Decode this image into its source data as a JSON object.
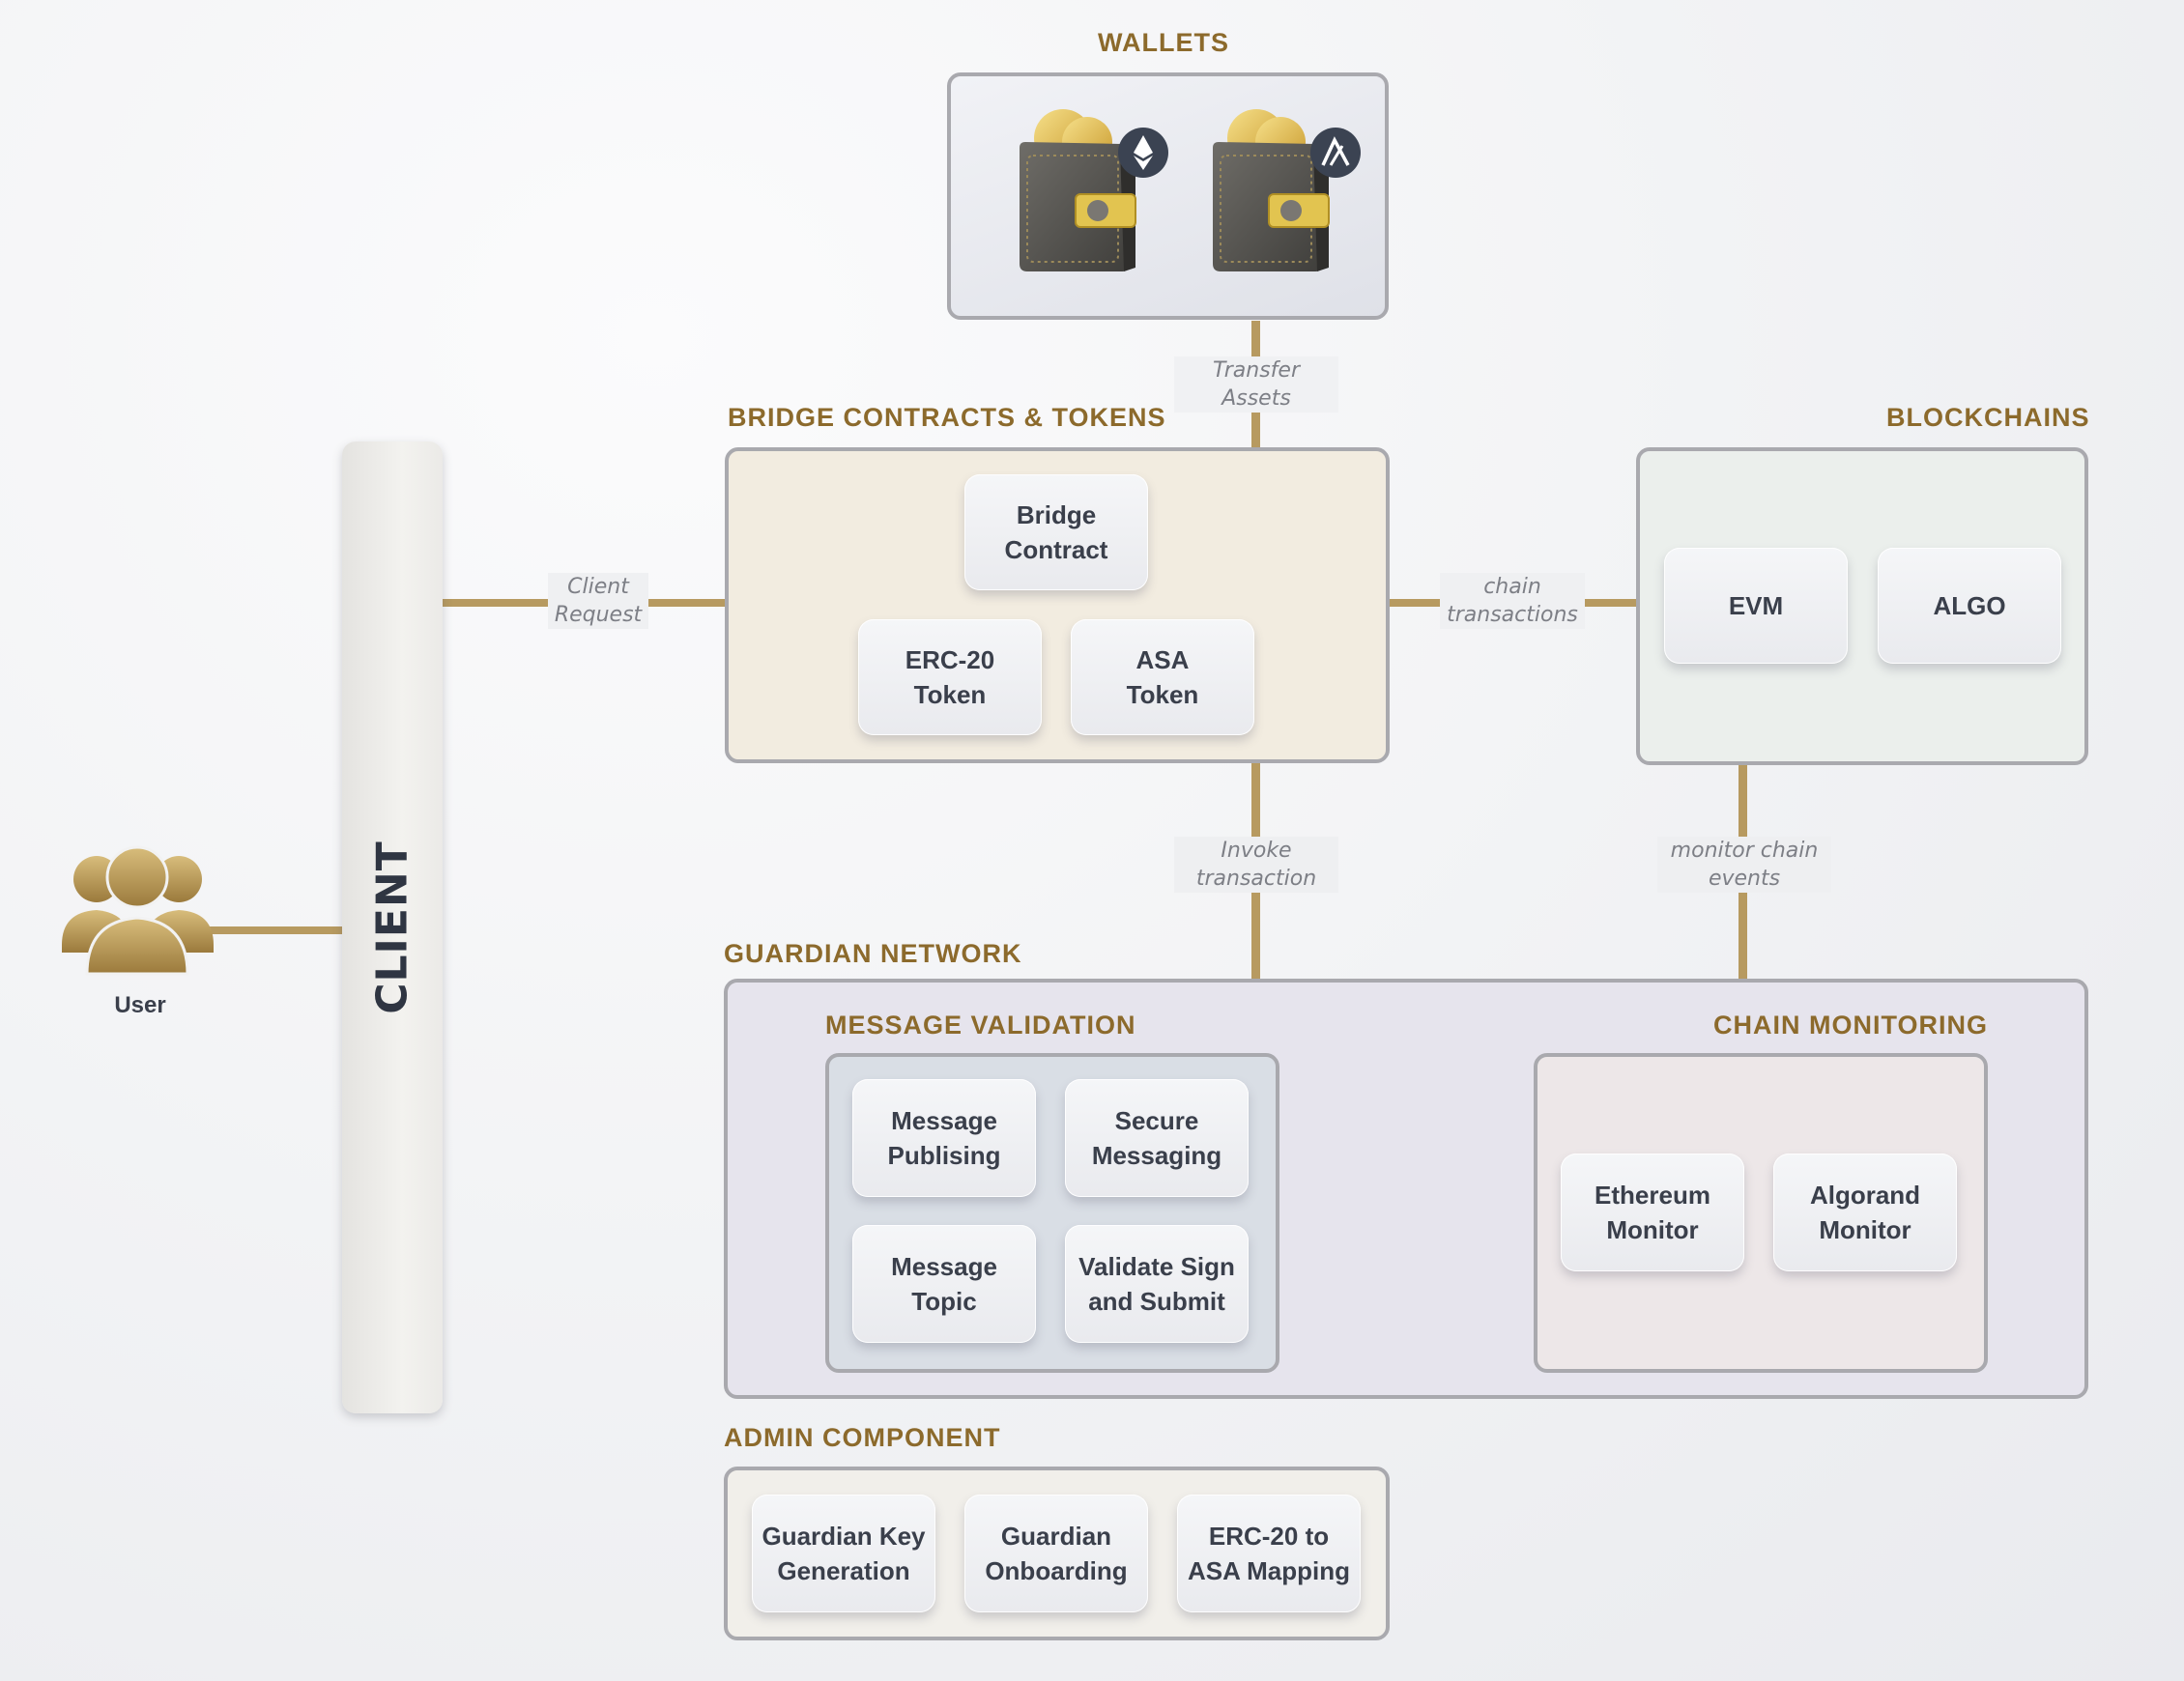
{
  "wallets": {
    "title": "WALLETS",
    "badge_colors": [
      "#3b4352",
      "#3b4352"
    ]
  },
  "bridge": {
    "title": "BRIDGE CONTRACTS & TOKENS",
    "bridge_contract": "Bridge\nContract",
    "erc20_token": "ERC-20\nToken",
    "asa_token": "ASA\nToken"
  },
  "blockchains": {
    "title": "BLOCKCHAINS",
    "evm": "EVM",
    "algo": "ALGO"
  },
  "client": {
    "label": "CLIENT"
  },
  "user": {
    "label": "User"
  },
  "guardian": {
    "title": "GUARDIAN NETWORK",
    "message_validation": {
      "title": "MESSAGE VALIDATION",
      "items": [
        "Message\nPublising",
        "Secure\nMessaging",
        "Message\nTopic",
        "Validate Sign\nand Submit"
      ]
    },
    "chain_monitoring": {
      "title": "CHAIN MONITORING",
      "items": [
        "Ethereum\nMonitor",
        "Algorand\nMonitor"
      ]
    }
  },
  "admin": {
    "title": "ADMIN COMPONENT",
    "items": [
      "Guardian Key\nGeneration",
      "Guardian\nOnboarding",
      "ERC-20 to\nASA Mapping"
    ]
  },
  "connectors": {
    "transfer_assets": "Transfer\nAssets",
    "client_request": "Client\nRequest",
    "chain_transactions": "chain\ntransactions",
    "invoke_transaction": "Invoke\ntransaction",
    "monitor_chain_events": "monitor chain\nevents"
  },
  "colors": {
    "accent_gold": "#8c6a2c",
    "bridge_bg": "#f2ece0",
    "blockchains_bg": "#ebefec",
    "guardian_bg": "#e6e4ed",
    "validation_bg": "#d9dee5",
    "monitoring_bg": "#ede7e8",
    "admin_bg": "#f1efea"
  }
}
